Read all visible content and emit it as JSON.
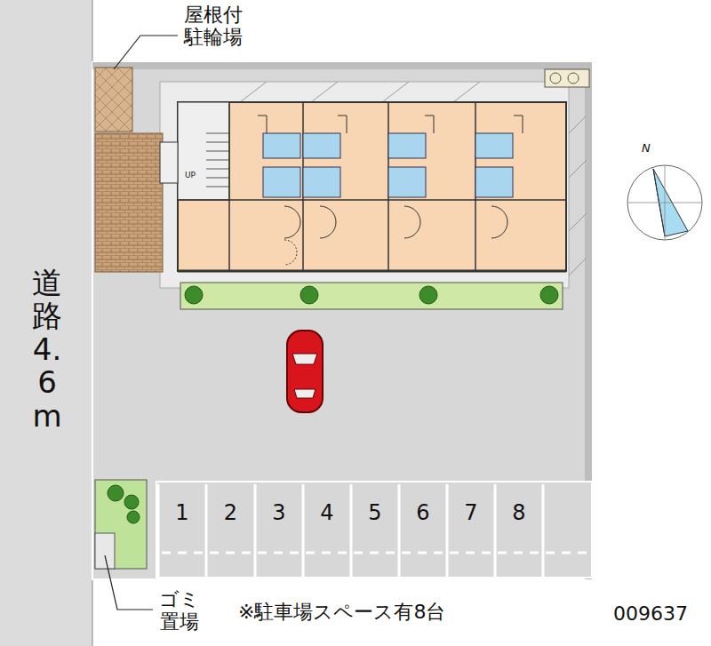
{
  "diagram": {
    "caption": "※駐車場スペース有8台",
    "nodes": [
      {
        "text": [
          "1"
        ]
      },
      {
        "text": [
          "2"
        ]
      },
      {
        "text": [
          "3"
        ]
      },
      {
        "text": [
          "4"
        ]
      },
      {
        "text": [
          "5"
        ]
      },
      {
        "text": [
          "6"
        ]
      },
      {
        "text": [
          "7"
        ]
      },
      {
        "text": [
          "8"
        ]
      }
    ],
    "labels": [
      "屋根付 駐輪場",
      "道路4.6m",
      "ゴミ 置場",
      "009637",
      "N"
    ]
  }
}
